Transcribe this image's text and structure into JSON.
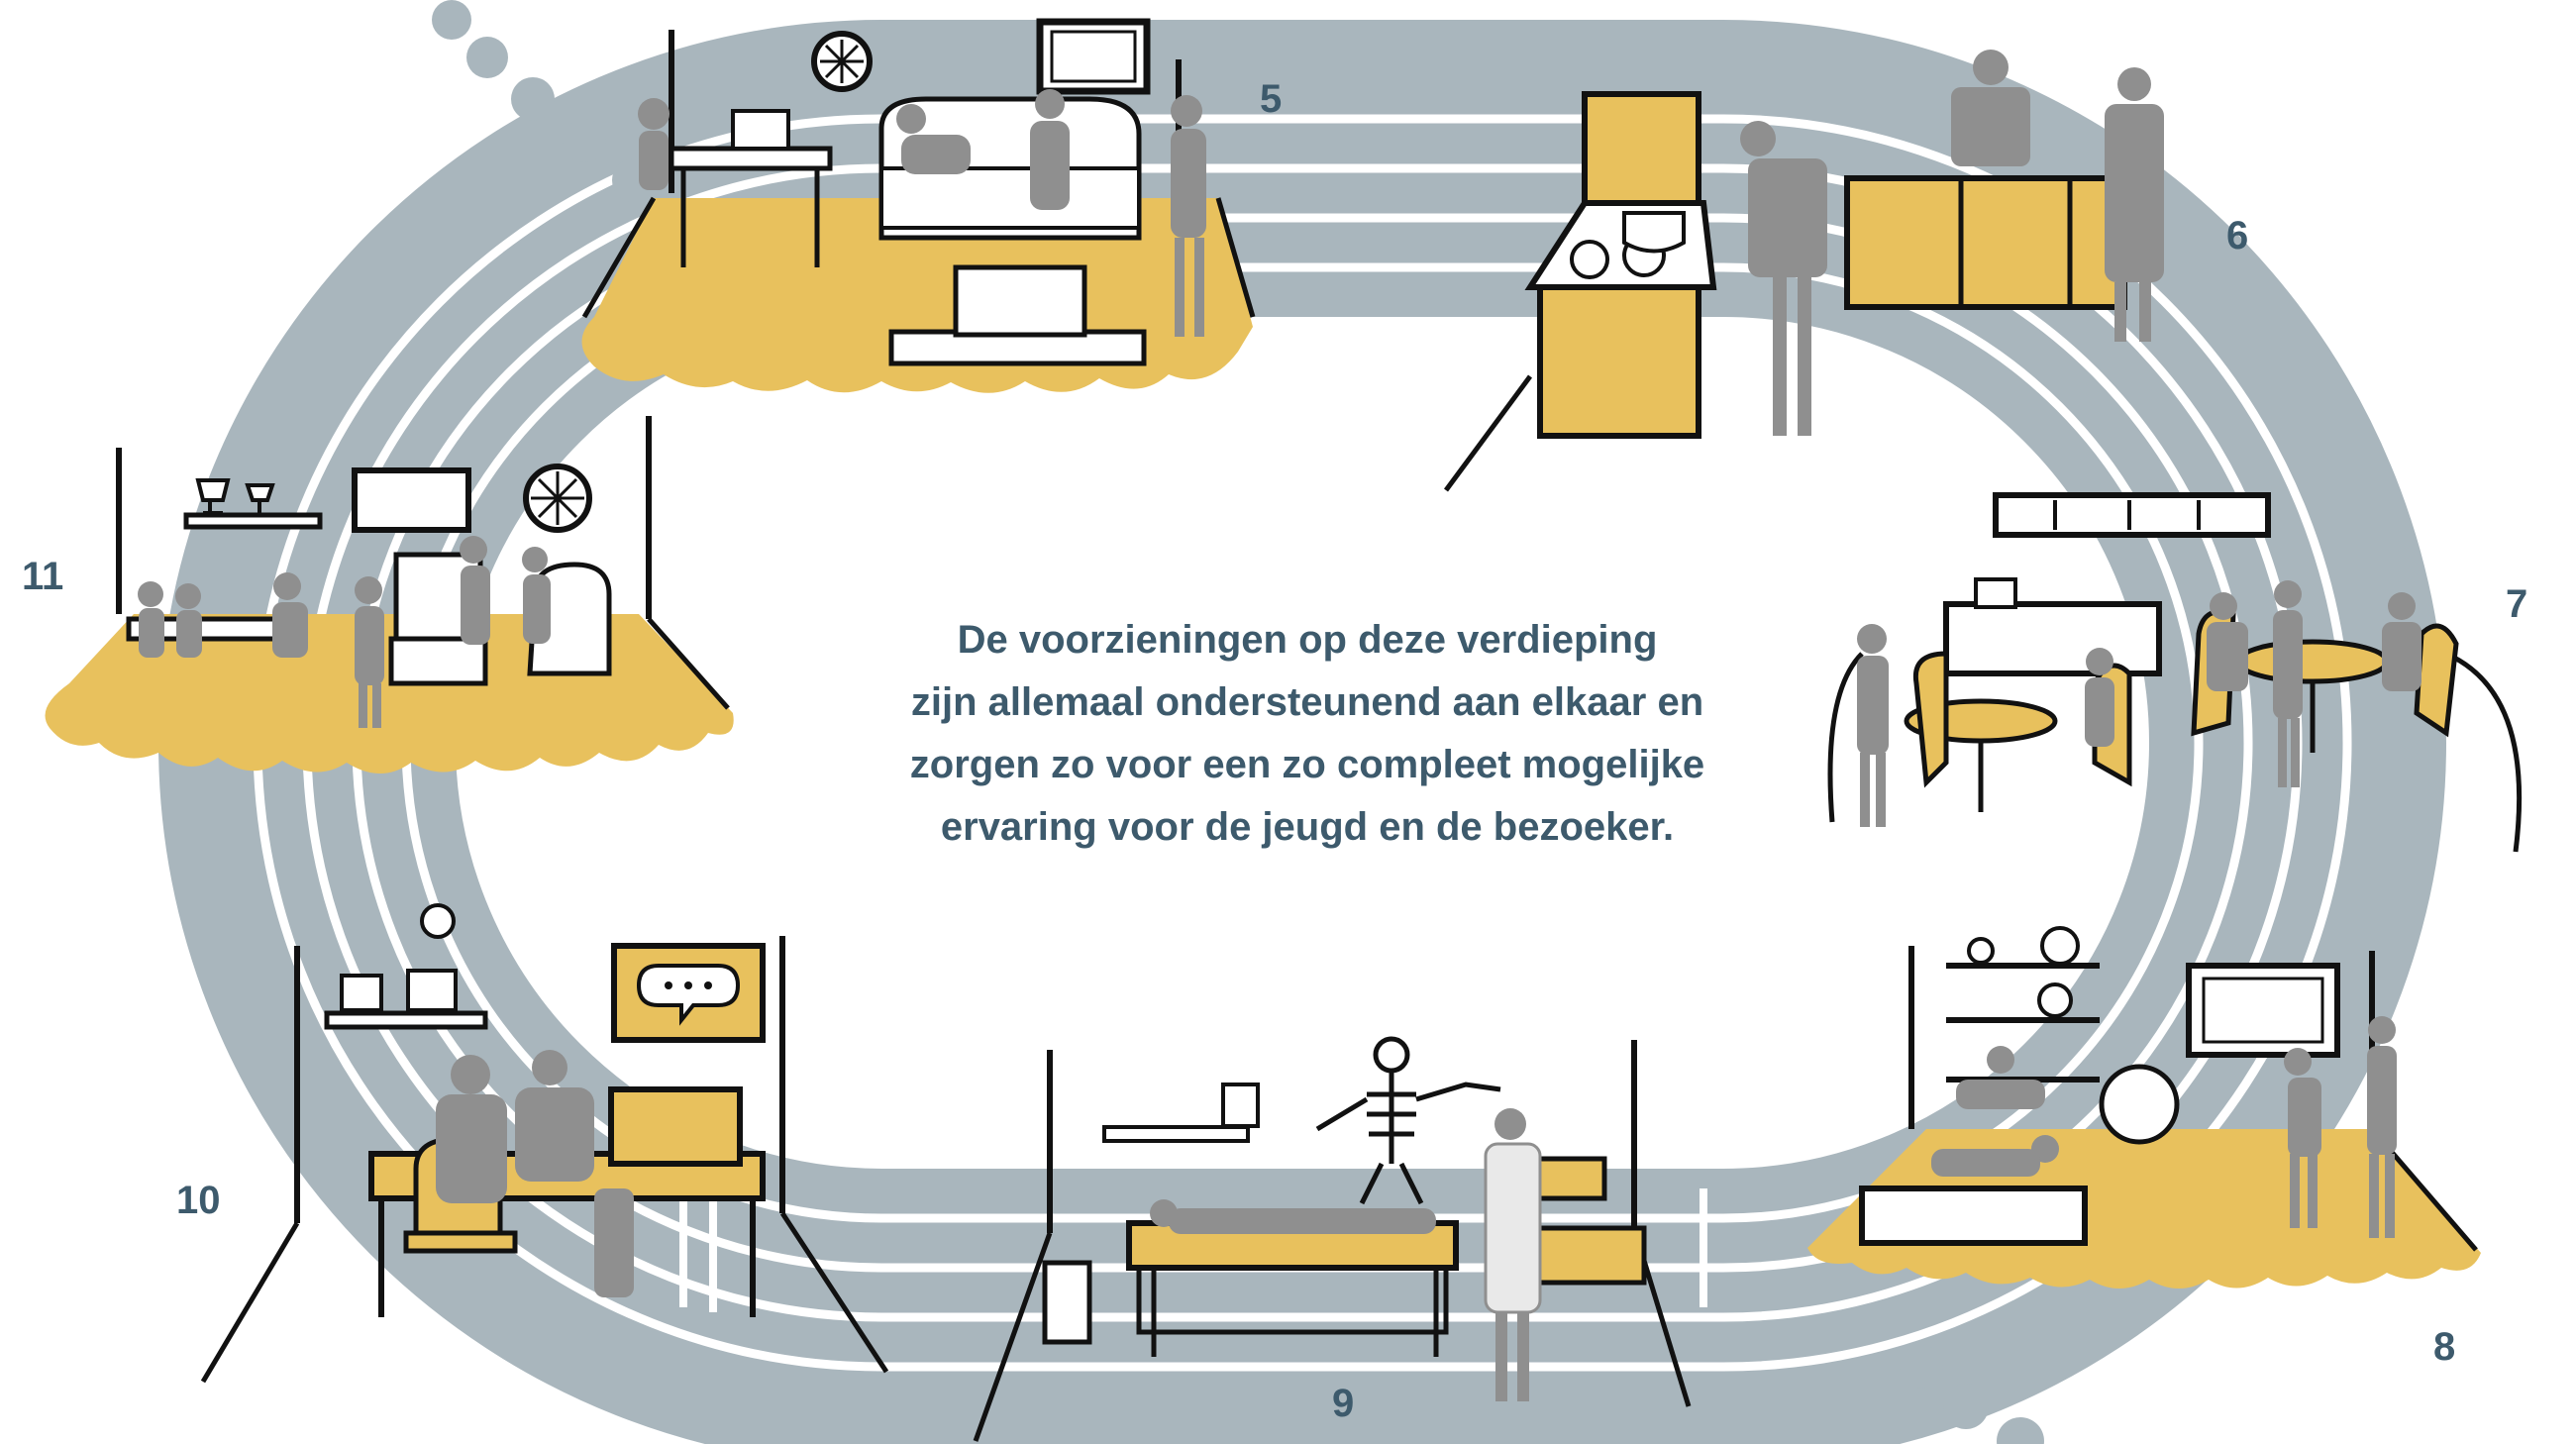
{
  "intro": {
    "lines": [
      "De voorzieningen op deze verdieping",
      "zijn allemaal ondersteunend aan elkaar en",
      "zorgen zo voor een zo compleet mogelijke",
      "ervaring voor de jeugd en de bezoeker."
    ]
  },
  "zones": [
    {
      "number": "5"
    },
    {
      "number": "6"
    },
    {
      "number": "7"
    },
    {
      "number": "8"
    },
    {
      "number": "9"
    },
    {
      "number": "10"
    },
    {
      "number": "11"
    }
  ],
  "colors": {
    "track": "#a9b6bd",
    "lane_line": "#ffffff",
    "floor": "#e8c15d",
    "text": "#3d5a6c",
    "ink": "#111111",
    "person": "#8f8f8f"
  }
}
